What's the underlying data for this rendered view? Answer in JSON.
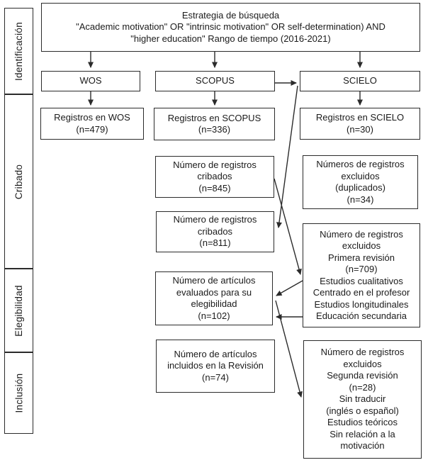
{
  "colors": {
    "border": "#2b2b2b",
    "text": "#1b1b1b",
    "background": "#ffffff",
    "arrow": "#2b2b2b"
  },
  "sidebar": {
    "items": [
      {
        "label": "Identificación"
      },
      {
        "label": "Cribado"
      },
      {
        "label": "Elegibilidad"
      },
      {
        "label": "Inclusión"
      }
    ]
  },
  "boxes": {
    "strategy": "Estrategia de búsqueda\n\"Academic motivation\" OR \"intrinsic motivation\" OR self-determination) AND\n\"higher education\" Rango de tiempo (2016-2021)",
    "wos_label": "WOS",
    "scopus_label": "SCOPUS",
    "scielo_label": "SCIELO",
    "wos_records": "Registros en WOS\n(n=479)",
    "scopus_records": "Registros en SCOPUS\n(n=336)",
    "scielo_records": "Registros en SCIELO\n(n=30)",
    "screened_845": "Número de registros\ncribados\n(n=845)",
    "excluded_duplicates": "Números de registros\nexcluidos\n(duplicados)\n(n=34)",
    "screened_811": "Número de registros\ncribados\n(n=811)",
    "excluded_first_review": "Número de registros\nexcluidos\nPrimera revisión\n(n=709)\nEstudios cualitativos\nCentrado en el profesor\nEstudios longitudinales\nEducación secundaria",
    "eligibility": "Número de artículos\nevaluados para su\nelegibilidad\n(n=102)",
    "included": "Número de artículos\nincluidos en la Revisión\n(n=74)",
    "excluded_second_review": "Número de registros\nexcluidos\nSegunda revisión\n(n=28)\nSin traducir\n(inglés o español)\nEstudios teóricos\nSin relación a la\nmotivación"
  }
}
